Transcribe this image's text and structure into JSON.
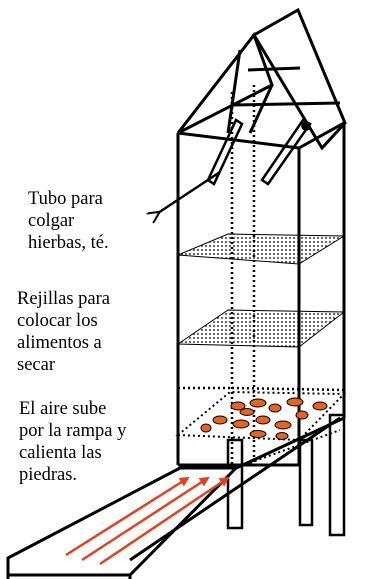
{
  "labels": {
    "tube": [
      "Tubo para",
      "colgar",
      "hierbas, té."
    ],
    "racks": [
      "Rejillas para",
      "colocar los",
      "alimentos a",
      "secar"
    ],
    "air": [
      "El aire sube",
      "por la rampa y",
      "calienta las",
      "piedras."
    ]
  },
  "colors": {
    "line": "#000000",
    "arrow": "#e8401c",
    "food": "#e8641c"
  },
  "rack_levels": 2
}
